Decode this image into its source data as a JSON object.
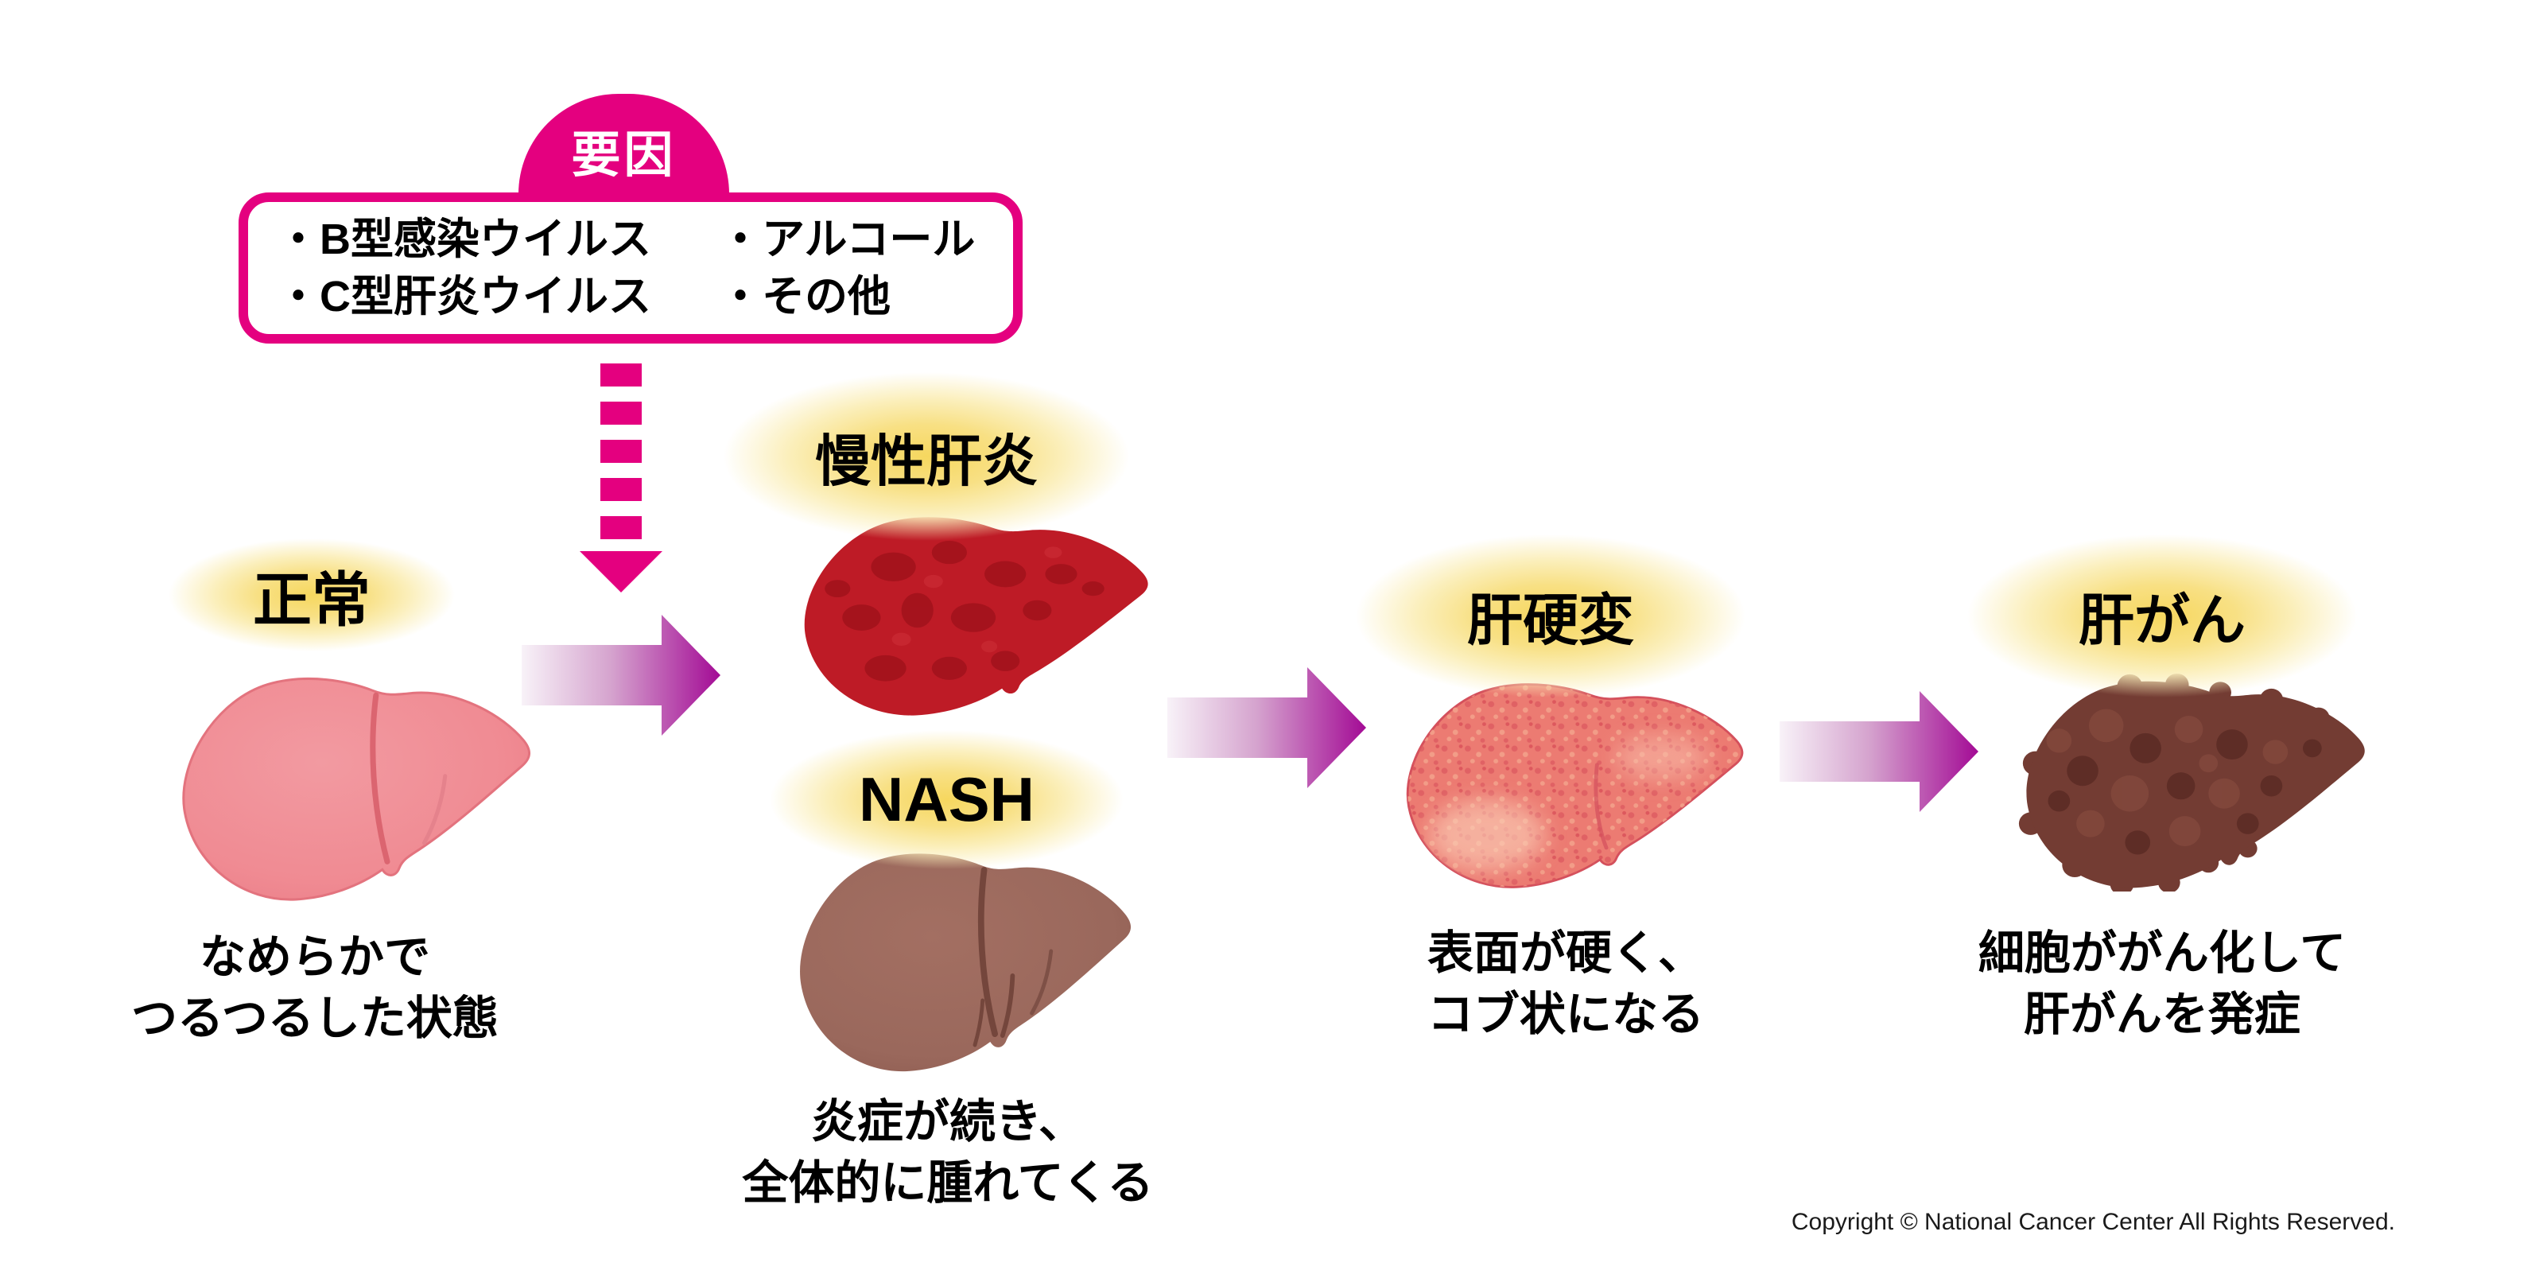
{
  "factor_bubble": {
    "title": "要因",
    "rows": [
      {
        "left": "・B型感染ウイルス",
        "right": "・アルコール"
      },
      {
        "left": "・C型肝炎ウイルス",
        "right": "・その他"
      }
    ]
  },
  "stages": [
    {
      "id": "normal",
      "label": "正常",
      "caption_lines": [
        "なめらかで",
        "つるつるした状態"
      ]
    },
    {
      "id": "chronic-hepatitis",
      "label": "慢性肝炎",
      "caption_lines": []
    },
    {
      "id": "nash",
      "label": "NASH",
      "caption_lines": [
        "炎症が続き、",
        "全体的に腫れてくる"
      ]
    },
    {
      "id": "cirrhosis",
      "label": "肝硬変",
      "caption_lines": [
        "表面が硬く、",
        "コブ状になる"
      ]
    },
    {
      "id": "liver-cancer",
      "label": "肝がん",
      "caption_lines": [
        "細胞ががん化して",
        "肝がんを発症"
      ]
    }
  ],
  "footer": {
    "copyright": "Copyright © National Cancer Center All Rights Reserved."
  },
  "colors": {
    "accent_pink": "#E4007F",
    "arrow_gradient_start": "#F8F2F8",
    "arrow_gradient_end": "#A30B95",
    "glow_yellow": "#F6D75F",
    "liver_normal": "#F08B93",
    "liver_chronic_hepatitis": "#BE1B26",
    "liver_nash": "#9A685C",
    "liver_cirrhosis": "#EC7B72",
    "liver_cancer": "#733C33",
    "text": "#000000"
  }
}
